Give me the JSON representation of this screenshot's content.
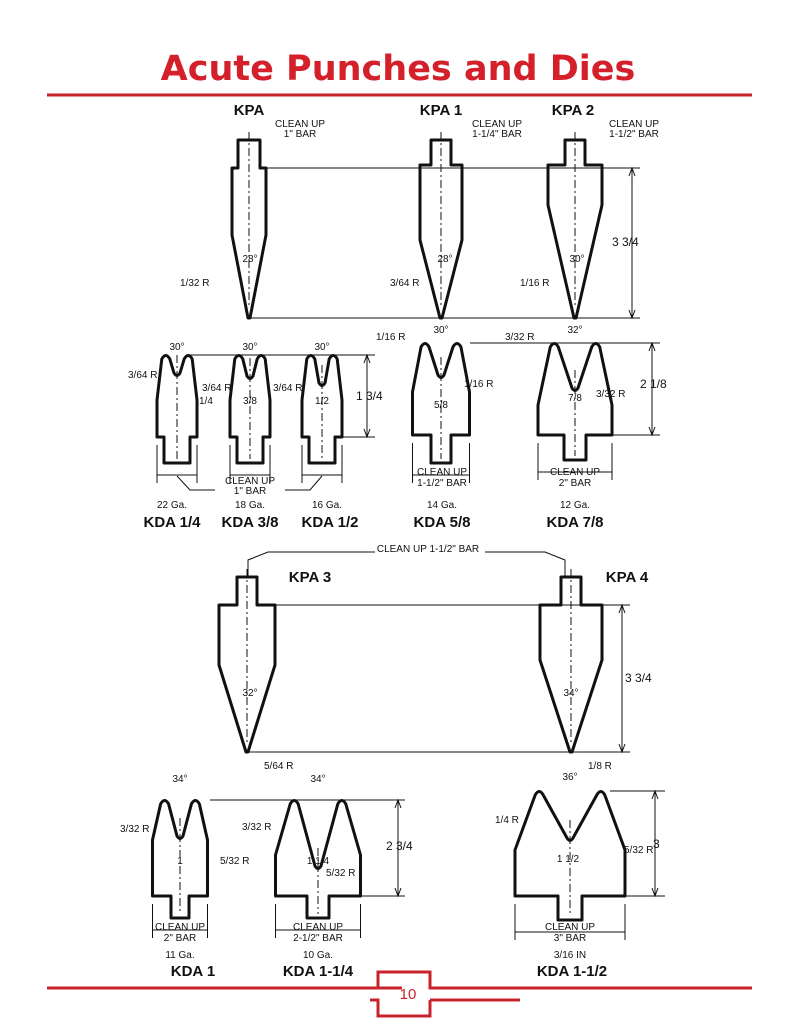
{
  "page": {
    "title": "Acute Punches and Dies",
    "page_number": "10",
    "accent_color": "#d4202a"
  },
  "punches_top": [
    {
      "model": "KPA",
      "cleanup": [
        "CLEAN UP",
        "1\" BAR"
      ],
      "angle": "28°",
      "radius": "1/32 R"
    },
    {
      "model": "KPA 1",
      "cleanup": [
        "CLEAN UP",
        "1-1/4\" BAR"
      ],
      "angle": "28°",
      "radius": "3/64 R"
    },
    {
      "model": "KPA 2",
      "cleanup": [
        "CLEAN UP",
        "1-1/2\" BAR"
      ],
      "angle": "30°",
      "radius": "1/16 R"
    }
  ],
  "punch_top_height": "3 3/4",
  "dies_top": [
    {
      "model": "KDA 1/4",
      "gauge": "22 Ga.",
      "angle": "30°",
      "radius": "3/64 R",
      "opening": "1/4"
    },
    {
      "model": "KDA 3/8",
      "gauge": "18 Ga.",
      "angle": "30°",
      "radius": "3/64 R",
      "opening": "3/8"
    },
    {
      "model": "KDA 1/2",
      "gauge": "16 Ga.",
      "angle": "30°",
      "radius": "3/64 R",
      "opening": "1/2"
    },
    {
      "model": "KDA 5/8",
      "gauge": "14 Ga.",
      "angle": "30°",
      "radius": "1/16 R",
      "radius2": "1/16 R",
      "opening": "5/8",
      "cleanup": [
        "CLEAN UP",
        "1-1/2\" BAR"
      ]
    },
    {
      "model": "KDA 7/8",
      "gauge": "12 Ga.",
      "angle": "32°",
      "radius": "3/32 R",
      "radius2": "3/32 R",
      "opening": "7/8",
      "cleanup": [
        "CLEAN UP",
        "2\" BAR"
      ]
    }
  ],
  "dies_small_cleanup": [
    "CLEAN UP",
    "1\" BAR"
  ],
  "dies_small_height": "1 3/4",
  "dies_large_height": "2 1/8",
  "punches_mid_cleanup": "CLEAN UP 1-1/2\" BAR",
  "punches_mid": [
    {
      "model": "KPA 3",
      "angle": "32°",
      "radius": "5/64 R"
    },
    {
      "model": "KPA 4",
      "angle": "34°",
      "radius": "1/8 R"
    }
  ],
  "punch_mid_height": "3 3/4",
  "dies_bottom": [
    {
      "model": "KDA 1",
      "gauge": "11 Ga.",
      "angle": "34°",
      "radius": "3/32 R",
      "radius2": "5/32 R",
      "opening": "1",
      "cleanup": [
        "CLEAN UP",
        "2\" BAR"
      ]
    },
    {
      "model": "KDA 1-1/4",
      "gauge": "10 Ga.",
      "angle": "34°",
      "radius": "3/32 R",
      "radius2": "5/32 R",
      "opening": "1 1/4",
      "cleanup": [
        "CLEAN UP",
        "2-1/2\" BAR"
      ]
    },
    {
      "model": "KDA 1-1/2",
      "gauge": "3/16 IN",
      "angle": "36°",
      "radius": "1/4 R",
      "radius2": "5/32 R",
      "opening": "1 1/2",
      "cleanup": [
        "CLEAN UP",
        "3\" BAR"
      ]
    }
  ],
  "dies_bottom_height_a": "2 3/4",
  "dies_bottom_height_b": "3"
}
